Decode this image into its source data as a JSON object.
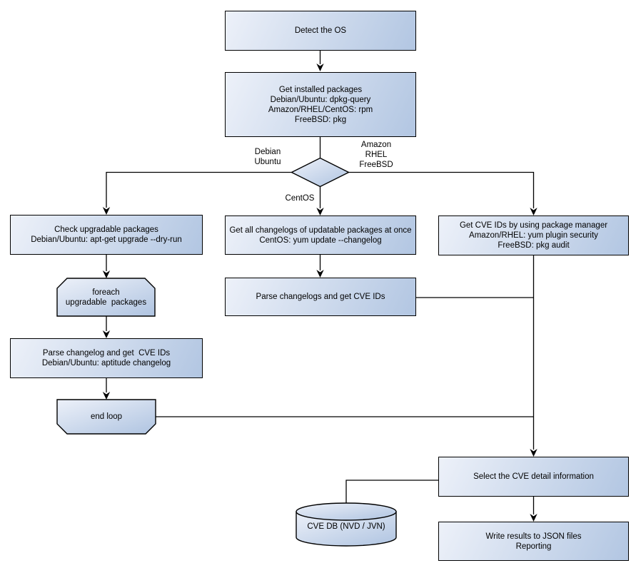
{
  "colors": {
    "node_fill_light": "#edf1f9",
    "node_fill_dark": "#b2c6e2",
    "node_border": "#000000",
    "connector": "#000000",
    "text": "#000000",
    "background": "#ffffff"
  },
  "nodes": {
    "detect_os": {
      "type": "process",
      "label": "Detect the OS"
    },
    "get_installed_packages": {
      "type": "process",
      "label": "Get installed packages\nDebian/Ubuntu: dpkg-query\nAmazon/RHEL/CentOS: rpm\nFreeBSD: pkg"
    },
    "os_decision": {
      "type": "decision",
      "label": ""
    },
    "check_upgradable_packages": {
      "type": "process",
      "label": "Check upgradable packages\nDebian/Ubuntu: apt-get upgrade --dry-run"
    },
    "foreach_loop": {
      "type": "loop-start",
      "label": "foreach\nupgradable  packages"
    },
    "parse_changelog_debian": {
      "type": "process",
      "label": "Parse changelog and get  CVE IDs\nDebian/Ubuntu: aptitude changelog"
    },
    "end_loop": {
      "type": "loop-end",
      "label": "end loop"
    },
    "get_all_changelogs": {
      "type": "process",
      "label": "Get all changelogs of updatable packages at once\nCentOS: yum update --changelog"
    },
    "parse_changelogs_centos": {
      "type": "process",
      "label": "Parse changelogs and get CVE IDs"
    },
    "get_cve_ids_pkg_manager": {
      "type": "process",
      "label": "Get CVE IDs by using package manager\nAmazon/RHEL: yum plugin security\nFreeBSD: pkg audit"
    },
    "select_cve_detail": {
      "type": "process",
      "label": "Select the CVE detail information"
    },
    "write_results": {
      "type": "process",
      "label": "Write results to JSON files\nReporting"
    },
    "cve_db": {
      "type": "database",
      "label": "CVE DB (NVD / JVN)"
    }
  },
  "edge_labels": {
    "debian_ubuntu": "Debian\nUbuntu",
    "amazon_rhel_freebsd": "Amazon\nRHEL\nFreeBSD",
    "centos": "CentOS"
  }
}
